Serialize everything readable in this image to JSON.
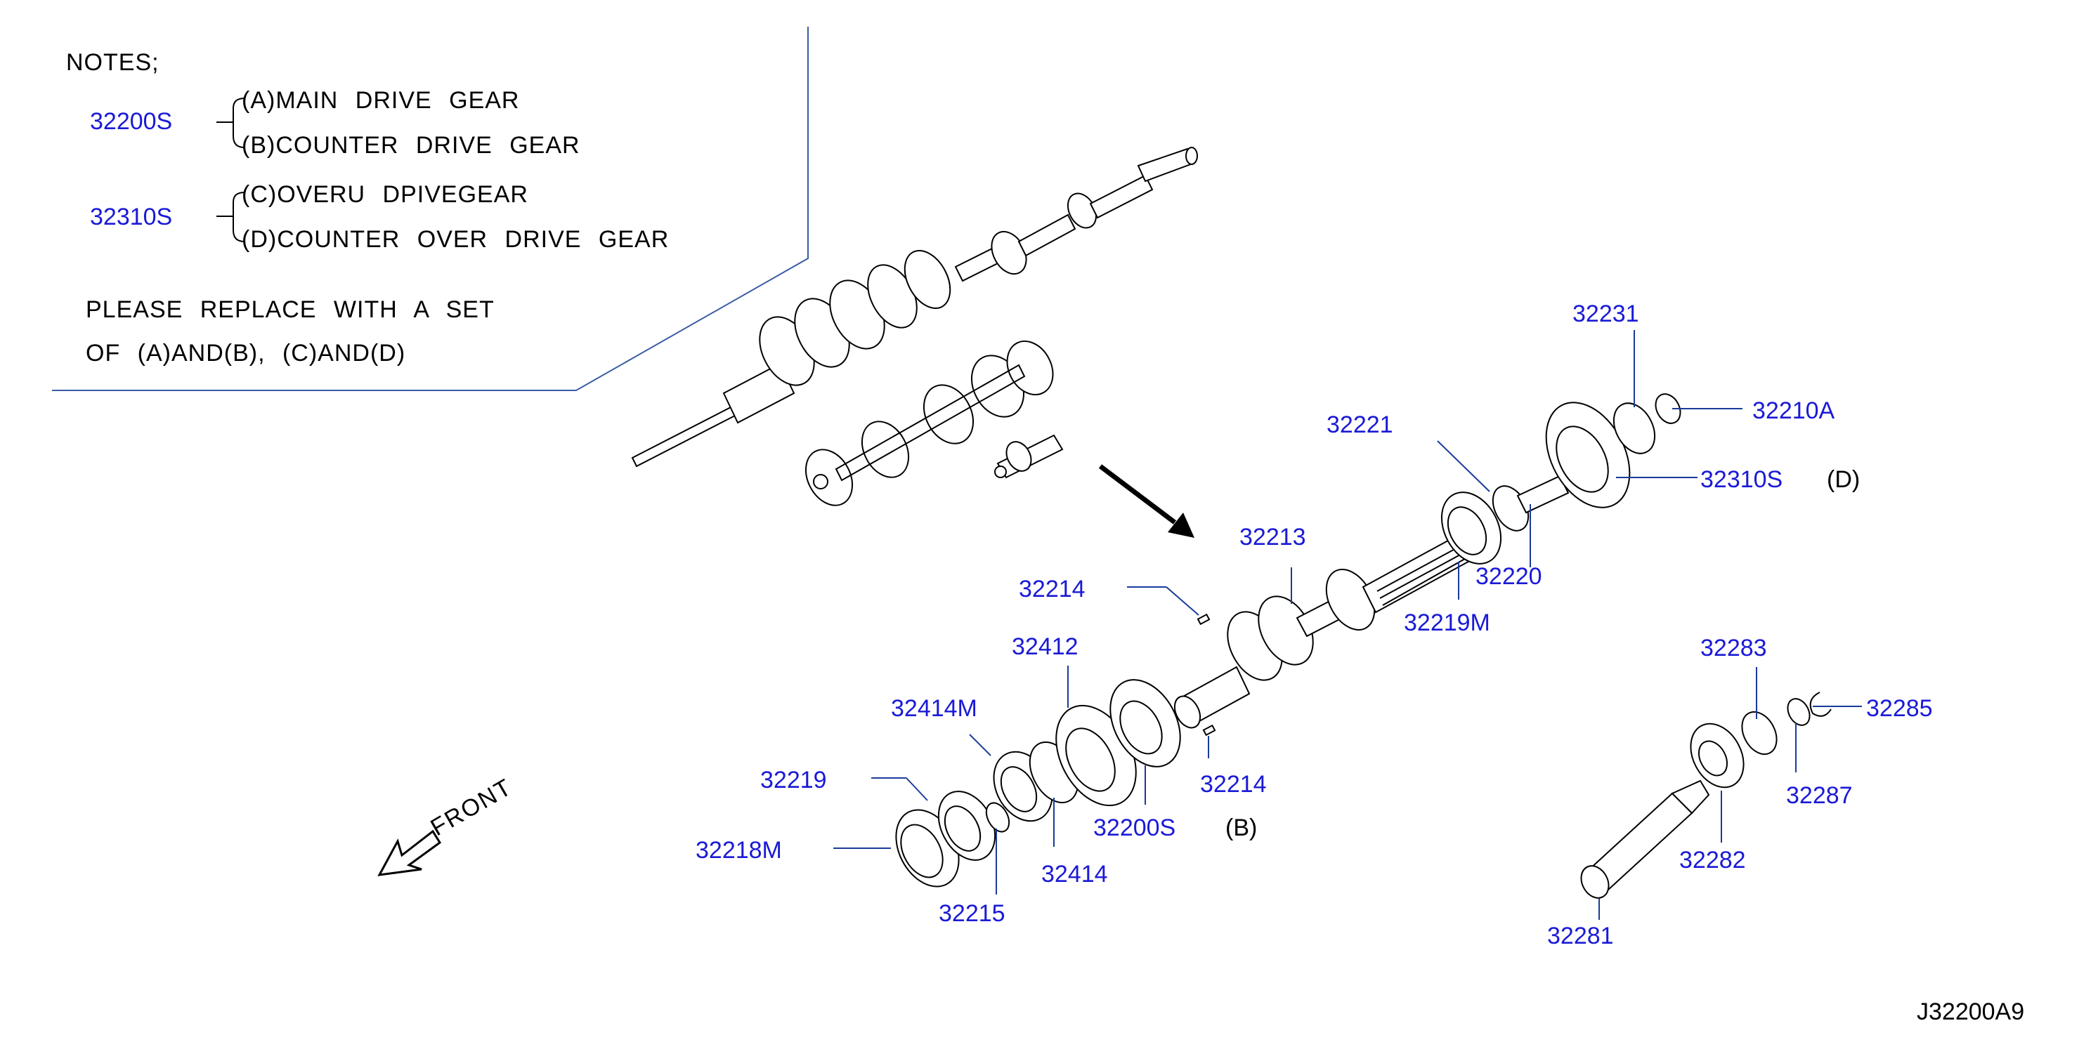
{
  "colors": {
    "part_number": "#1a1ad6",
    "text": "#000000",
    "notes_border": "#3b5ba6",
    "line_art": "#000000"
  },
  "notes": {
    "title": "NOTES;",
    "group1": {
      "code": "32200S",
      "a": "(A)MAIN  DRIVE  GEAR",
      "b": "(B)COUNTER  DRIVE  GEAR"
    },
    "group2": {
      "code": "32310S",
      "c": "(C)OVERU  DPIVEGEAR",
      "d": "(D)COUNTER  OVER  DRIVE  GEAR"
    },
    "replace_line1": "PLEASE  REPLACE  WITH  A  SET",
    "replace_line2": "OF  (A)AND(B),  (C)AND(D)"
  },
  "parts": {
    "p32231": "32231",
    "p32210A": "32210A",
    "p32221": "32221",
    "p32310S": "32310S",
    "d_marker": "(D)",
    "p32213": "32213",
    "p32220": "32220",
    "p32214_top": "32214",
    "p32219M": "32219M",
    "p32412": "32412",
    "p32414M": "32414M",
    "p32283": "32283",
    "p32285": "32285",
    "p32214_bottom": "32214",
    "p32219": "32219",
    "p32200S": "32200S",
    "b_marker": "(B)",
    "p32287": "32287",
    "p32218M": "32218M",
    "p32282": "32282",
    "p32414": "32414",
    "p32215": "32215",
    "p32281": "32281"
  },
  "front_label": "FRONT",
  "drawing_code": "J32200A9",
  "icons": {
    "front_arrow": "front-arrow-icon",
    "direction_arrow": "direction-arrow-icon"
  }
}
